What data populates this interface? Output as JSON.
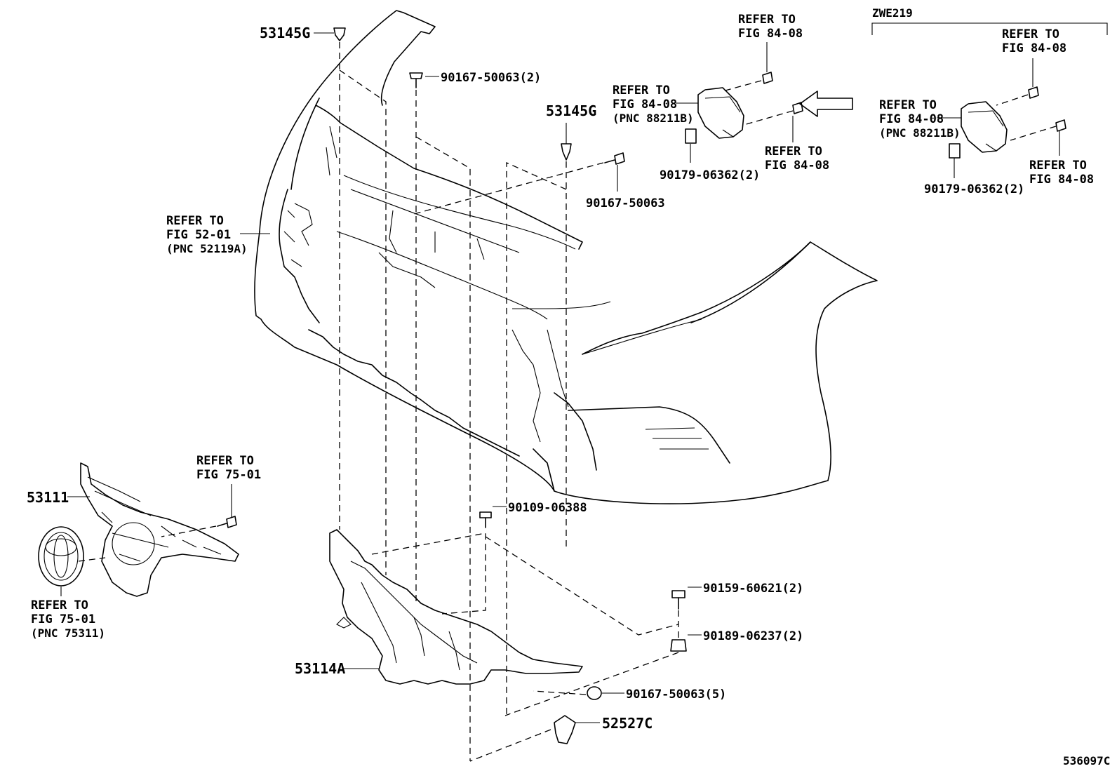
{
  "header": {
    "variant": "ZWE219"
  },
  "footer": {
    "illustration_code": "536097C"
  },
  "labels": {
    "p53145g_top": "53145G",
    "p90167_top": "90167-50063(2)",
    "p53145g_mid": "53145G",
    "p90167_mid": "90167-50063",
    "ref_52_01": [
      "REFER TO",
      "FIG 52-01",
      "(PNC 52119A)"
    ],
    "ref_84_08_a": [
      "REFER TO",
      "FIG 84-08"
    ],
    "ref_84_08_b": [
      "REFER TO",
      "FIG 84-08",
      "(PNC 88211B)"
    ],
    "ref_84_08_c": [
      "REFER TO",
      "FIG 84-08"
    ],
    "p90179_a": "90179-06362(2)",
    "ref_84_08_d": [
      "REFER TO",
      "FIG 84-08"
    ],
    "ref_84_08_e": [
      "REFER TO",
      "FIG 84-08",
      "(PNC 88211B)"
    ],
    "ref_84_08_f": [
      "REFER TO",
      "FIG 84-08"
    ],
    "p90179_b": "90179-06362(2)",
    "p53111": "53111",
    "ref_75_01_a": [
      "REFER TO",
      "FIG 75-01"
    ],
    "ref_75_01_b": [
      "REFER TO",
      "FIG 75-01",
      "(PNC 75311)"
    ],
    "p90109": "90109-06388",
    "p90159": "90159-60621(2)",
    "p90189": "90189-06237(2)",
    "p53114a": "53114A",
    "p90167_bot": "90167-50063(5)",
    "p52527c": "52527C"
  }
}
